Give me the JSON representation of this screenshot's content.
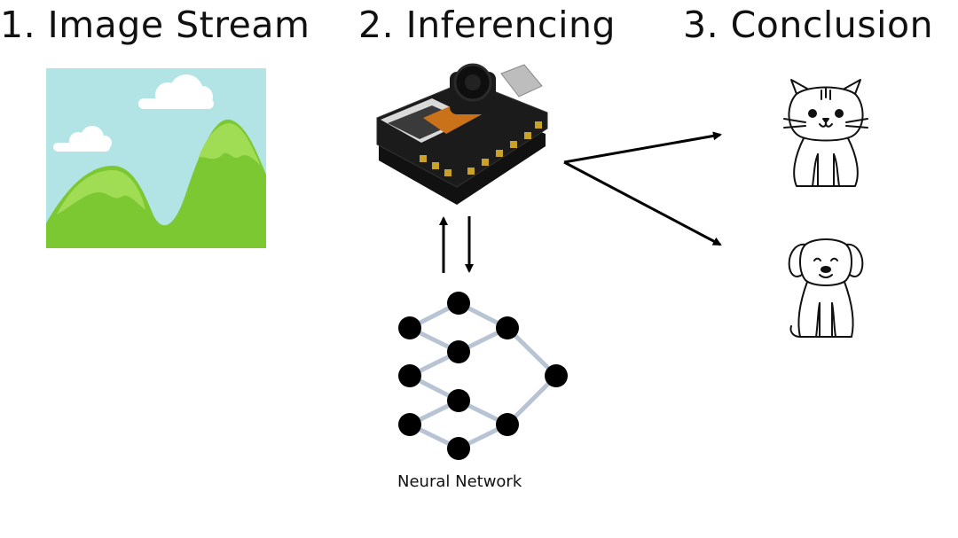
{
  "steps": {
    "image_stream": "1. Image Stream",
    "inferencing": "2. Inferencing",
    "conclusion": "3. Conclusion"
  },
  "neural_network_label": "Neural Network",
  "colors": {
    "sky": "#b2e4e6",
    "hill_dark": "#7cc832",
    "hill_light": "#a1dc55",
    "cloud": "#ffffff",
    "nn_edge": "#b8c3d4",
    "nn_node": "#000000"
  }
}
